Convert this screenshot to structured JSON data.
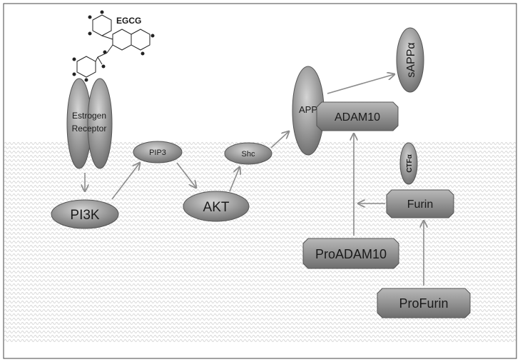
{
  "figure": {
    "egcg_label": "EGCG",
    "receptor_label_line1": "Estrogen",
    "receptor_label_line2": "Receptor",
    "pi3k": "PI3K",
    "pip3": "PIP3",
    "akt": "AKT",
    "shc": "Shc",
    "app": "APP",
    "sapp": "sAPPα",
    "adam10": "ADAM10",
    "ctf": "CTFα",
    "furin": "Furin",
    "proadam10": "ProADAM10",
    "profurin": "ProFurin"
  },
  "colors": {
    "ellipse_fill": "#8a8a8a",
    "box_fill": "#7a7a7a",
    "arrow": "#8c8c8c",
    "membrane_stripe": "#e3e3e3",
    "frame": "#444444"
  },
  "molecule_icon": "egcg-structure-icon"
}
